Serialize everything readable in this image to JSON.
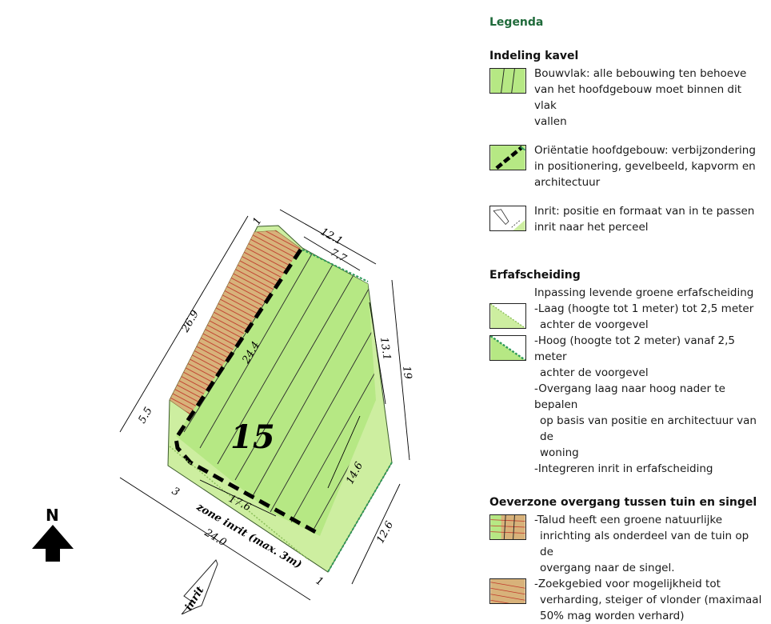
{
  "map": {
    "lot_number": "15",
    "zone_label": "zone inrit (max. 3m)",
    "entrance_label": "inrit",
    "north_label": "N",
    "dimensions": {
      "d_12_1": "12.1",
      "d_7_7": "7.7",
      "d_1_top": "1",
      "d_26_9": "26.9",
      "d_24_4": "24.4",
      "d_5_5": "5.5",
      "d_13_1": "13.1",
      "d_19": "19",
      "d_14_6": "14.6",
      "d_17_6": "17.6",
      "d_3": "3",
      "d_24_0": "24.0",
      "d_1_bottom": "1",
      "d_12_6": "12.6"
    },
    "colors": {
      "plot_green": "#cdeea0",
      "build_green": "#b6e884",
      "slope_hatch": "#c8a070",
      "hatch_red": "#c0392b",
      "hedge_green": "#2e9b5a"
    }
  },
  "legend": {
    "title": "Legenda",
    "sections": [
      {
        "heading": "Indeling kavel",
        "items": [
          {
            "icon": "building-area-icon",
            "lines": [
              "Bouwvlak: alle bebouwing ten behoeve",
              "van het hoofdgebouw moet binnen dit vlak",
              "vallen"
            ]
          },
          {
            "icon": "orientation-icon",
            "lines": [
              "Oriëntatie hoofdgebouw: verbijzondering",
              "in positionering, gevelbeeld, kapvorm en",
              "architectuur"
            ]
          },
          {
            "icon": "driveway-icon",
            "lines": [
              "Inrit: positie en formaat van in te passen",
              "inrit naar het perceel"
            ]
          }
        ]
      },
      {
        "heading": "Erfafscheiding",
        "intro": "Inpassing levende groene erfafscheiding",
        "items": [
          {
            "icon": "low-hedge-icon",
            "lines": [
              "-Laag (hoogte tot 1 meter) tot 2,5 meter",
              " achter de voorgevel"
            ]
          },
          {
            "icon": "high-hedge-icon",
            "lines": [
              "-Hoog (hoogte tot 2 meter) vanaf 2,5 meter",
              " achter de voorgevel",
              "-Overgang laag naar hoog nader te bepalen",
              " op basis van positie en architectuur van de",
              " woning",
              "-Integreren inrit in erfafscheiding"
            ]
          }
        ]
      },
      {
        "heading": "Oeverzone overgang tussen tuin en singel",
        "items": [
          {
            "icon": "slope-icon",
            "lines": [
              "-Talud heeft een groene natuurlijke",
              " inrichting als onderdeel van de tuin op de",
              " overgang naar de singel."
            ]
          },
          {
            "icon": "search-area-icon",
            "lines": [
              "-Zoekgebied voor mogelijkheid tot",
              " verharding, steiger of vlonder (maximaal",
              " 50% mag worden verhard)"
            ]
          }
        ]
      }
    ]
  }
}
